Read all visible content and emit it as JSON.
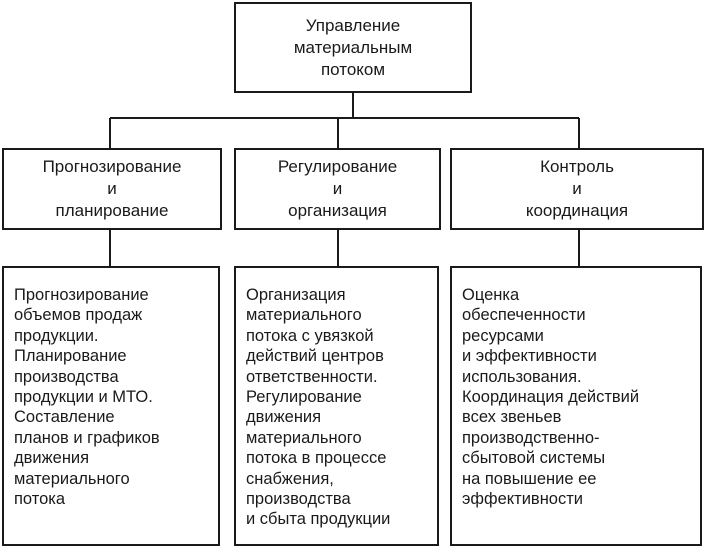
{
  "root": {
    "lines": [
      "Управление",
      "материальным",
      "потоком"
    ]
  },
  "categories": [
    {
      "lines": [
        "Прогнозирование",
        "и",
        "планирование"
      ]
    },
    {
      "lines": [
        "Регулирование",
        "и",
        "организация"
      ]
    },
    {
      "lines": [
        "Контроль",
        "и",
        "координация"
      ]
    }
  ],
  "details": [
    {
      "lines": [
        "Прогнозирование",
        "объемов продаж",
        "продукции.",
        "Планирование",
        "производства",
        "продукции и МТО.",
        "Составление",
        "планов и графиков",
        "движения",
        "материального",
        "потока"
      ]
    },
    {
      "lines": [
        "Организация",
        "материального",
        "потока с увязкой",
        "действий центров",
        "ответственности.",
        "Регулирование",
        "движения",
        "материального",
        "потока в процессе",
        "снабжения,",
        "производства",
        "и сбыта продукции"
      ]
    },
    {
      "lines": [
        "Оценка",
        "обеспеченности",
        "ресурсами",
        "и эффективности",
        "использования.",
        "Координация действий",
        "всех звеньев",
        "производственно-",
        "сбытовой системы",
        "на повышение ее",
        "эффективности"
      ]
    }
  ]
}
